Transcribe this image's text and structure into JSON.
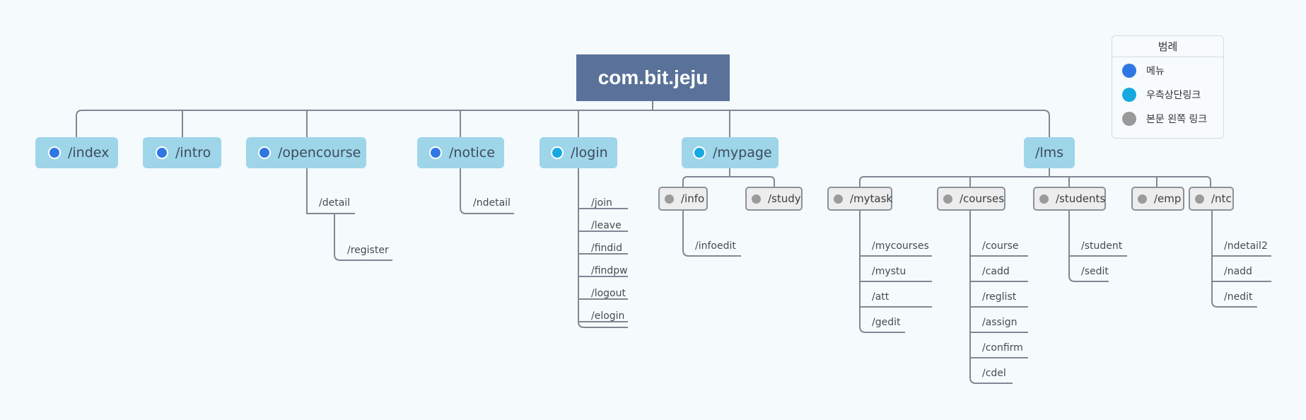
{
  "root": {
    "label": "com.bit.jeju"
  },
  "legend": {
    "title": "범례",
    "items": [
      {
        "label": "메뉴",
        "color": "#2f78e3",
        "icon": "menu-dot"
      },
      {
        "label": "우측상단링크",
        "color": "#16a9e1",
        "icon": "top-right-link-dot"
      },
      {
        "label": "본문 왼쪽 링크",
        "color": "#999999",
        "icon": "body-left-link-dot"
      }
    ]
  },
  "nodes": [
    {
      "label": "/index",
      "kind": "menu",
      "children": []
    },
    {
      "label": "/intro",
      "kind": "menu",
      "children": []
    },
    {
      "label": "/opencourse",
      "kind": "menu",
      "children": [
        {
          "label": "/detail",
          "children": [
            {
              "label": "/register"
            }
          ]
        }
      ]
    },
    {
      "label": "/notice",
      "kind": "menu",
      "children": [
        {
          "label": "/ndetail"
        }
      ]
    },
    {
      "label": "/login",
      "kind": "top-right-link",
      "children": [
        {
          "label": "/join"
        },
        {
          "label": "/leave"
        },
        {
          "label": "/findid"
        },
        {
          "label": "/findpw"
        },
        {
          "label": "/logout"
        },
        {
          "label": "/elogin"
        }
      ]
    },
    {
      "label": "/mypage",
      "kind": "top-right-link",
      "children": [
        {
          "label": "/info",
          "kind": "body-left-link",
          "children": [
            {
              "label": "/infoedit"
            }
          ]
        },
        {
          "label": "/study",
          "kind": "body-left-link",
          "children": []
        }
      ]
    },
    {
      "label": "/lms",
      "kind": "none",
      "children": [
        {
          "label": "/mytask",
          "kind": "body-left-link",
          "children": [
            {
              "label": "/mycourses"
            },
            {
              "label": "/mystu"
            },
            {
              "label": "/att"
            },
            {
              "label": "/gedit"
            }
          ]
        },
        {
          "label": "/courses",
          "kind": "body-left-link",
          "children": [
            {
              "label": "/course"
            },
            {
              "label": "/cadd"
            },
            {
              "label": "/reglist"
            },
            {
              "label": "/assign"
            },
            {
              "label": "/confirm"
            },
            {
              "label": "/cdel"
            }
          ]
        },
        {
          "label": "/students",
          "kind": "body-left-link",
          "children": [
            {
              "label": "/student"
            },
            {
              "label": "/sedit"
            }
          ]
        },
        {
          "label": "/emp",
          "kind": "body-left-link",
          "children": []
        },
        {
          "label": "/ntc",
          "kind": "body-left-link",
          "children": [
            {
              "label": "/ndetail2"
            },
            {
              "label": "/nadd"
            },
            {
              "label": "/nedit"
            }
          ]
        }
      ]
    }
  ]
}
